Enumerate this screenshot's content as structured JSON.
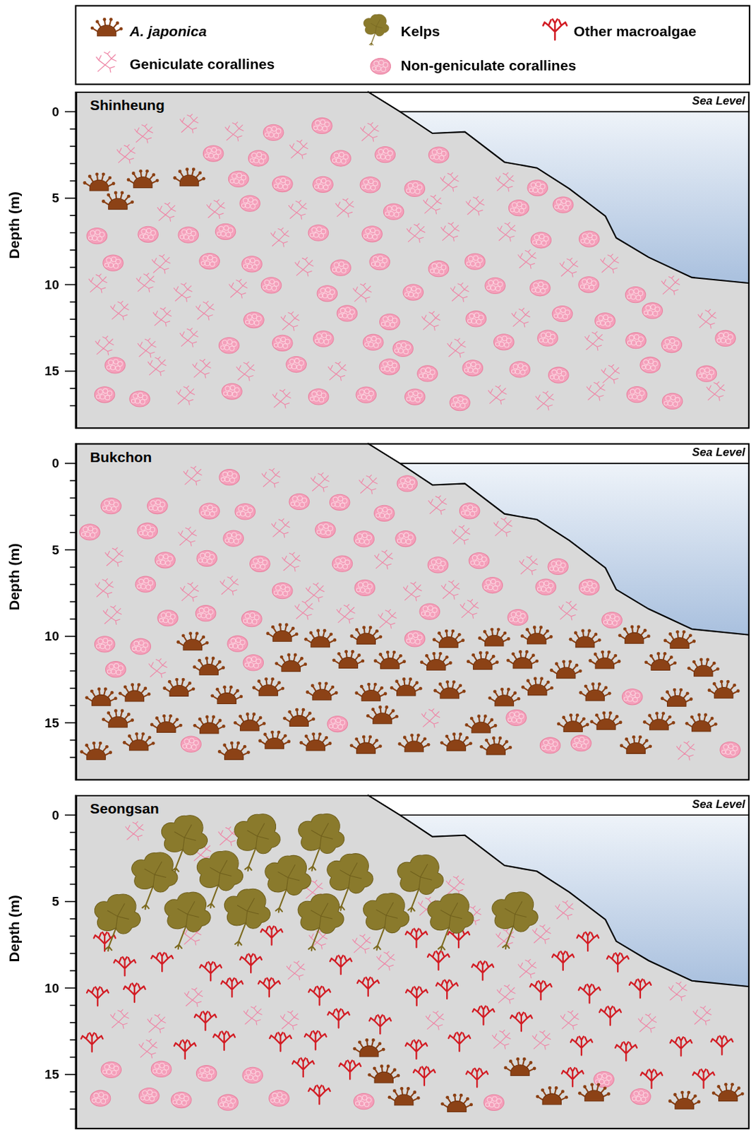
{
  "diagram": {
    "nodes": [
      {
        "text": [
          "Shinheung"
        ]
      },
      {
        "text": [
          "Bukchon"
        ]
      },
      {
        "text": [
          "Seongsan"
        ]
      }
    ],
    "labels": [
      "Sea Level",
      "Depth (m)",
      "0",
      "5",
      "10",
      "15",
      "Sea Level",
      "Depth (m)",
      "0",
      "5",
      "10",
      "15",
      "Sea Level",
      "Depth (m)",
      "0",
      "5",
      "10",
      "15"
    ],
    "legend": [
      {
        "text": "A. japonica"
      },
      {
        "text": "Kelps"
      },
      {
        "text": "Other macroalgae"
      },
      {
        "text": "Geniculate corallines"
      },
      {
        "text": "Non-geniculate corallines"
      }
    ]
  }
}
